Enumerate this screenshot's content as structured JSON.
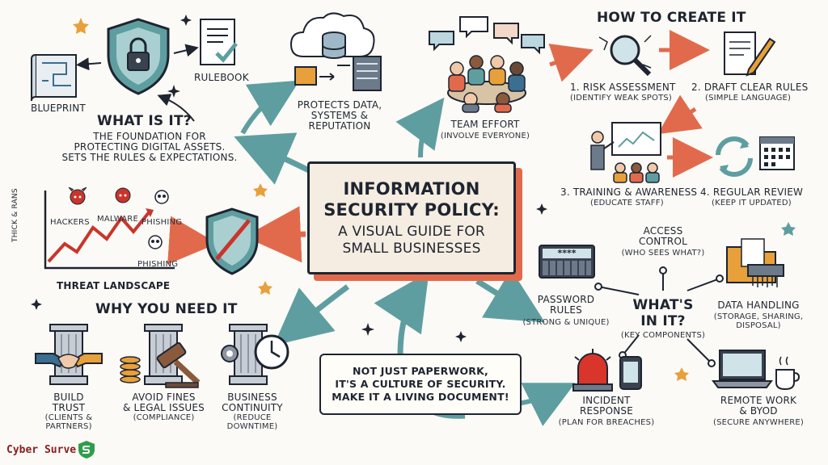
{
  "title": {
    "line1": "INFORMATION",
    "line2": "SECURITY POLICY:",
    "line3": "A VISUAL GUIDE FOR",
    "line4": "SMALL BUSINESSES"
  },
  "what_is_it": {
    "heading": "WHAT IS IT?",
    "line1": "THE FOUNDATION FOR",
    "line2": "PROTECTING DIGITAL ASSETS.",
    "line3": "SETS THE RULES & EXPECTATIONS.",
    "blueprint": "BLUEPRINT",
    "rulebook": "RULEBOOK"
  },
  "protects": {
    "line1": "PROTECTS DATA,",
    "line2": "SYSTEMS &",
    "line3": "REPUTATION"
  },
  "team": {
    "label": "TEAM EFFORT",
    "sub": "(INVOLVE EVERYONE)"
  },
  "how": {
    "heading": "HOW TO CREATE IT",
    "steps": [
      {
        "label": "1. RISK ASSESSMENT",
        "sub": "(IDENTIFY WEAK SPOTS)"
      },
      {
        "label": "2. DRAFT CLEAR RULES",
        "sub": "(SIMPLE LANGUAGE)"
      },
      {
        "label": "3. TRAINING & AWARENESS",
        "sub": "(EDUCATE STAFF)"
      },
      {
        "label": "4. REGULAR REVIEW",
        "sub": "(KEEP IT UPDATED)"
      }
    ]
  },
  "threat": {
    "label": "THREAT LANDSCAPE",
    "axis": "THICK & RANS",
    "hackers": "HACKERS",
    "malware": "MALWARE",
    "phishing1": "PHISHING",
    "phishing2": "PHISHING"
  },
  "why": {
    "heading": "WHY YOU NEED IT",
    "items": [
      {
        "l1": "BUILD",
        "l2": "TRUST",
        "sub1": "(CLIENTS &",
        "sub2": "PARTNERS)"
      },
      {
        "l1": "AVOID FINES",
        "l2": "& LEGAL ISSUES",
        "sub1": "(COMPLIANCE)",
        "sub2": ""
      },
      {
        "l1": "BUSINESS",
        "l2": "CONTINUITY",
        "sub1": "(REDUCE DOWNTIME)",
        "sub2": ""
      }
    ]
  },
  "banner": {
    "line1": "NOT JUST PAPERWORK,",
    "line2": "IT'S A CULTURE OF SECURITY.",
    "line3": "MAKE IT A LIVING DOCUMENT!"
  },
  "components": {
    "heading1": "WHAT'S",
    "heading2": "IN IT?",
    "heading_sub": "(KEY COMPONENTS)",
    "access": {
      "l1": "ACCESS",
      "l2": "CONTROL",
      "sub": "(WHO SEES WHAT?)"
    },
    "password": {
      "l1": "PASSWORD",
      "l2": "RULES",
      "sub": "(STRONG & UNIQUE)",
      "mask": "****"
    },
    "data": {
      "l1": "DATA HANDLING",
      "sub1": "(STORAGE, SHARING,",
      "sub2": "DISPOSAL)"
    },
    "incident": {
      "l1": "INCIDENT",
      "l2": "RESPONSE",
      "sub": "(PLAN FOR BREACHES)"
    },
    "remote": {
      "l1": "REMOTE WORK",
      "l2": "& BYOD",
      "sub": "(SECURE ANYWHERE)"
    }
  },
  "logo": {
    "text": "Cyber Surve"
  },
  "colors": {
    "accent": "#e26a4c",
    "teal": "#5f9ea0",
    "ink": "#1e2430",
    "tan": "#f5ede1"
  }
}
